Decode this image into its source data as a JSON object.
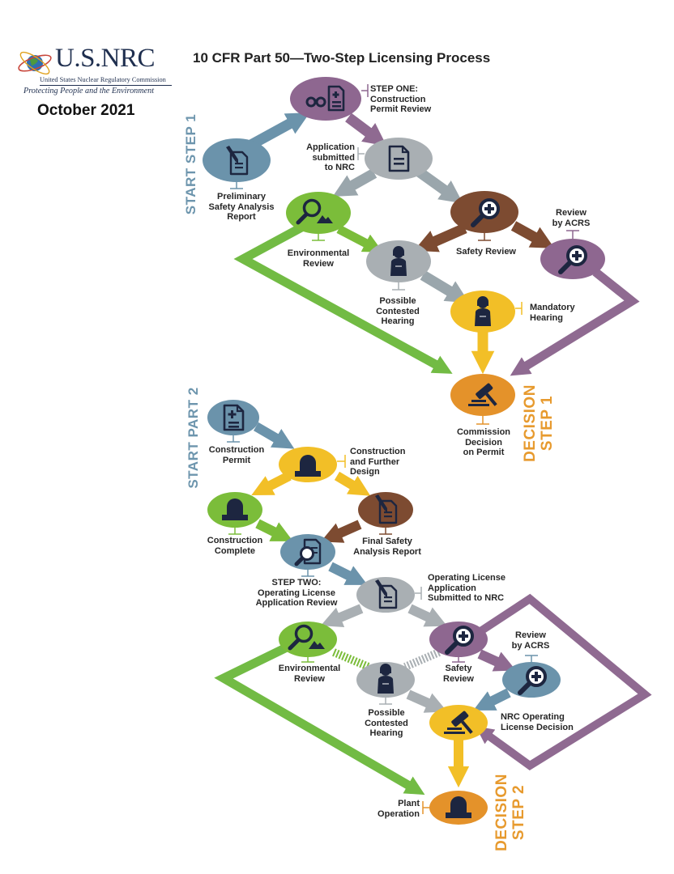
{
  "header": {
    "title": "10 CFR Part 50—Two-Step Licensing Process",
    "date": "October 2021"
  },
  "logo": {
    "name": "U.S.NRC",
    "subtitle": "United States Nuclear Regulatory Commission",
    "tagline": "Protecting People and the Environment"
  },
  "side_labels": {
    "start_step1": "START STEP 1",
    "start_part2": "START PART 2",
    "decision_step1": [
      "DECISION",
      "STEP 1"
    ],
    "decision_step2": [
      "DECISION",
      "STEP 2"
    ]
  },
  "colors": {
    "blue": "#6b93ab",
    "purple": "#8e6790",
    "gray": "#a9afb3",
    "green": "#7bbd3a",
    "green_path": "#72bb44",
    "brown": "#7d4b31",
    "yellow": "#f2bf27",
    "orange": "#e4922a",
    "purple_path": "#8f6a91",
    "gray_path": "#9aa6ac",
    "icon": "#1d2640"
  },
  "steps": {
    "psar": {
      "label": [
        "Preliminary",
        "Safety Analysis",
        "Report"
      ],
      "icon": "report-icon"
    },
    "step_one": {
      "label": [
        "STEP ONE:",
        "Construction",
        "Permit Review"
      ],
      "icon": "glasses-document-icon"
    },
    "application": {
      "label": [
        "Application",
        "submitted",
        "to NRC"
      ],
      "icon": "document-icon"
    },
    "env_review_1": {
      "label": [
        "Environmental",
        "Review"
      ],
      "icon": "magnifier-mountains-icon"
    },
    "safety_review_1": {
      "label": [
        "Safety Review"
      ],
      "icon": "magnifier-plus-icon"
    },
    "acrs_review_1": {
      "label": [
        "Review",
        "by ACRS"
      ],
      "icon": "magnifier-plus-icon"
    },
    "contested_hearing_1": {
      "label": [
        "Possible",
        "Contested",
        "Hearing"
      ],
      "icon": "person-icon"
    },
    "mandatory_hearing": {
      "label": [
        "Mandatory",
        "Hearing"
      ],
      "icon": "person-icon"
    },
    "commission_decision": {
      "label": [
        "Commission",
        "Decision",
        "on Permit"
      ],
      "icon": "gavel-icon"
    },
    "construction_permit": {
      "label": [
        "Construction",
        "Permit"
      ],
      "icon": "permit-document-icon"
    },
    "construction_design": {
      "label": [
        "Construction",
        "and Further",
        "Design"
      ],
      "icon": "reactor-dome-icon"
    },
    "construction_complete": {
      "label": [
        "Construction",
        "Complete"
      ],
      "icon": "reactor-dome-icon"
    },
    "fsar": {
      "label": [
        "Final Safety",
        "Analysis Report"
      ],
      "icon": "report-icon"
    },
    "step_two": {
      "label": [
        "STEP TWO:",
        "Operating License",
        "Application Review"
      ],
      "icon": "magnifier-document-icon"
    },
    "ol_application": {
      "label": [
        "Operating License",
        "Application",
        "Submitted to NRC"
      ],
      "icon": "report-icon"
    },
    "env_review_2": {
      "label": [
        "Environmental",
        "Review"
      ],
      "icon": "magnifier-mountains-icon"
    },
    "safety_review_2": {
      "label": [
        "Safety",
        "Review"
      ],
      "icon": "magnifier-plus-icon"
    },
    "acrs_review_2": {
      "label": [
        "Review",
        "by ACRS"
      ],
      "icon": "magnifier-plus-icon"
    },
    "contested_hearing_2": {
      "label": [
        "Possible",
        "Contested",
        "Hearing"
      ],
      "icon": "person-icon"
    },
    "ol_decision": {
      "label": [
        "NRC Operating",
        "License Decision"
      ],
      "icon": "gavel-icon"
    },
    "plant_operation": {
      "label": [
        "Plant",
        "Operation"
      ],
      "icon": "reactor-dome-icon"
    }
  }
}
